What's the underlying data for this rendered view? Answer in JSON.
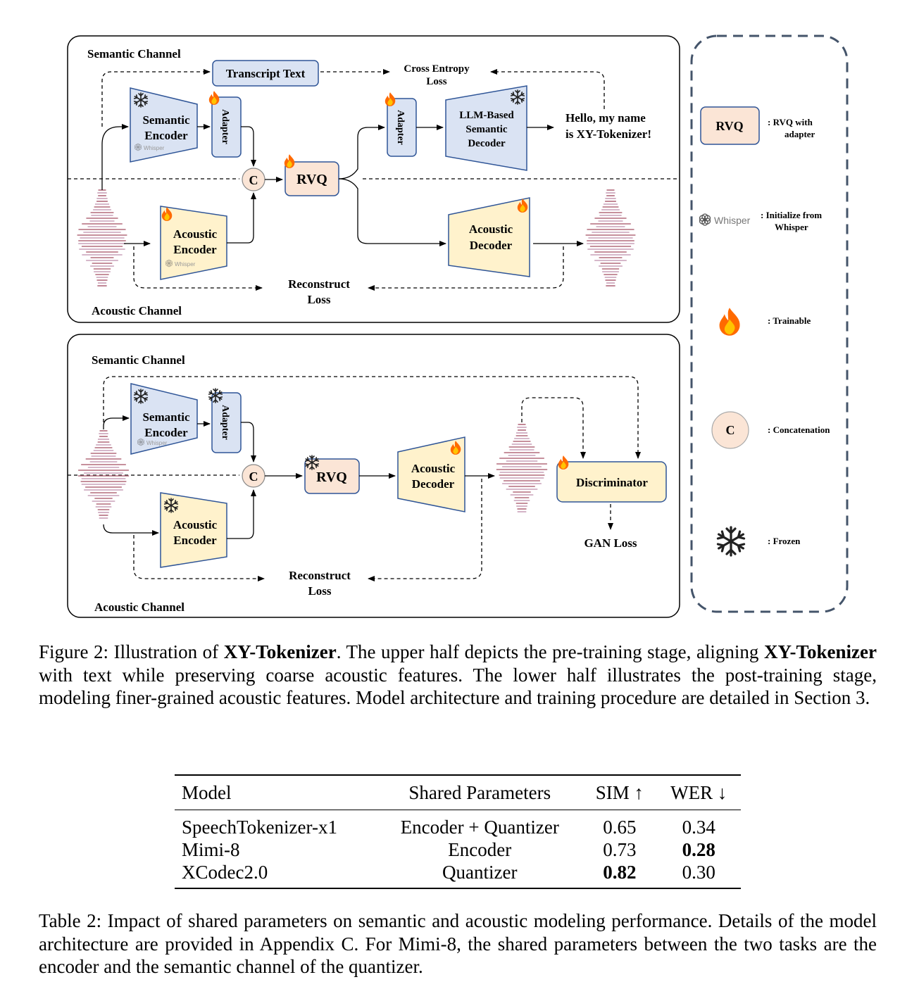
{
  "diagram": {
    "top": {
      "semantic_channel": "Semantic Channel",
      "acoustic_channel": "Acoustic Channel",
      "transcript": "Transcript Text",
      "ce_loss_1": "Cross Entropy",
      "ce_loss_2": "Loss",
      "sem_enc_1": "Semantic",
      "sem_enc_2": "Encoder",
      "adapter": "Adapter",
      "concat": "C",
      "rvq": "RVQ",
      "adapter2": "Adapter",
      "llm_1": "LLM-Based",
      "llm_2": "Semantic",
      "llm_3": "Decoder",
      "hello_1": "Hello, my name",
      "hello_2": "is XY-Tokenizer!",
      "ac_enc_1": "Acoustic",
      "ac_enc_2": "Encoder",
      "ac_dec_1": "Acoustic",
      "ac_dec_2": "Decoder",
      "recon_1": "Reconstruct",
      "recon_2": "Loss",
      "whisper": "Whisper"
    },
    "bottom": {
      "semantic_channel": "Semantic Channel",
      "acoustic_channel": "Acoustic Channel",
      "sem_enc_1": "Semantic",
      "sem_enc_2": "Encoder",
      "adapter": "Adapter",
      "concat": "C",
      "rvq": "RVQ",
      "ac_dec_1": "Acoustic",
      "ac_dec_2": "Decoder",
      "disc": "Discriminator",
      "gan": "GAN Loss",
      "ac_enc_1": "Acoustic",
      "ac_enc_2": "Encoder",
      "recon_1": "Reconstruct",
      "recon_2": "Loss",
      "whisper": "Whisper"
    },
    "legend": {
      "rvq_box": "RVQ",
      "rvq_desc_1": ":  RVQ with",
      "rvq_desc_2": "adapter",
      "whisper_logo": "Whisper",
      "whisper_desc_1": ": Initialize from",
      "whisper_desc_2": "Whisper",
      "trainable": ":  Trainable",
      "concat_sym": "C",
      "concat_desc": ":  Concatenation",
      "frozen": ":  Frozen"
    },
    "colors": {
      "semantic_fill": "#dae3f3",
      "semantic_stroke": "#2f5597",
      "acoustic_fill": "#fff2cc",
      "rvq_fill": "#fbe5d6",
      "legend_border": "#44546a"
    }
  },
  "figure_caption": {
    "prefix": "Figure 2: Illustration of ",
    "name1": "XY-Tokenizer",
    "mid1": ". The upper half depicts the pre-training stage, aligning ",
    "name2": "XY-Tokenizer",
    "rest": " with text while preserving coarse acoustic features. The lower half illustrates the post-training stage, modeling finer-grained acoustic features. Model architecture and training procedure are detailed in Section 3."
  },
  "table": {
    "headers": [
      "Model",
      "Shared Parameters",
      "SIM ↑",
      "WER ↓"
    ],
    "rows": [
      [
        "SpeechTokenizer-x1",
        "Encoder + Quantizer",
        "0.65",
        "0.34"
      ],
      [
        "Mimi-8",
        "Encoder",
        "0.73",
        "0.28"
      ],
      [
        "XCodec2.0",
        "Quantizer",
        "0.82",
        "0.30"
      ]
    ]
  },
  "table_caption": "Table 2: Impact of shared parameters on semantic and acoustic modeling performance. Details of the model architecture are provided in Appendix C. For Mimi-8, the shared parameters between the two tasks are the encoder and the semantic channel of the quantizer."
}
